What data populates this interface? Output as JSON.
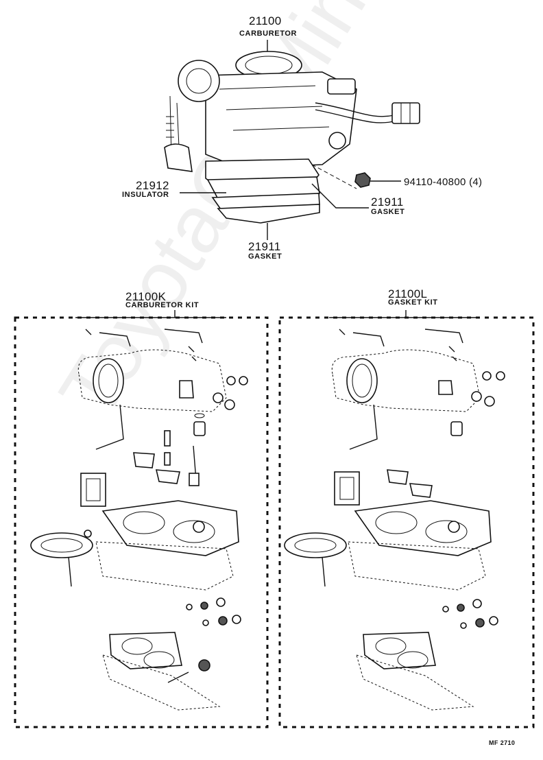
{
  "watermark": "ToyotaCarMine.ru",
  "labels": {
    "carburetor": {
      "number": "21100",
      "name": "CARBURETOR"
    },
    "nut": {
      "number": "94110-40800 (4)"
    },
    "insulator": {
      "number": "21912",
      "name": "INSULATOR"
    },
    "gasket_right": {
      "number": "21911",
      "name": "GASKET"
    },
    "gasket_bottom": {
      "number": "21911",
      "name": "GASKET"
    },
    "carburetor_kit": {
      "number": "21100K",
      "name": "CARBURETOR KIT"
    },
    "gasket_kit": {
      "number": "21100L",
      "name": "GASKET KIT"
    }
  },
  "figure_ref": "MF 2710"
}
